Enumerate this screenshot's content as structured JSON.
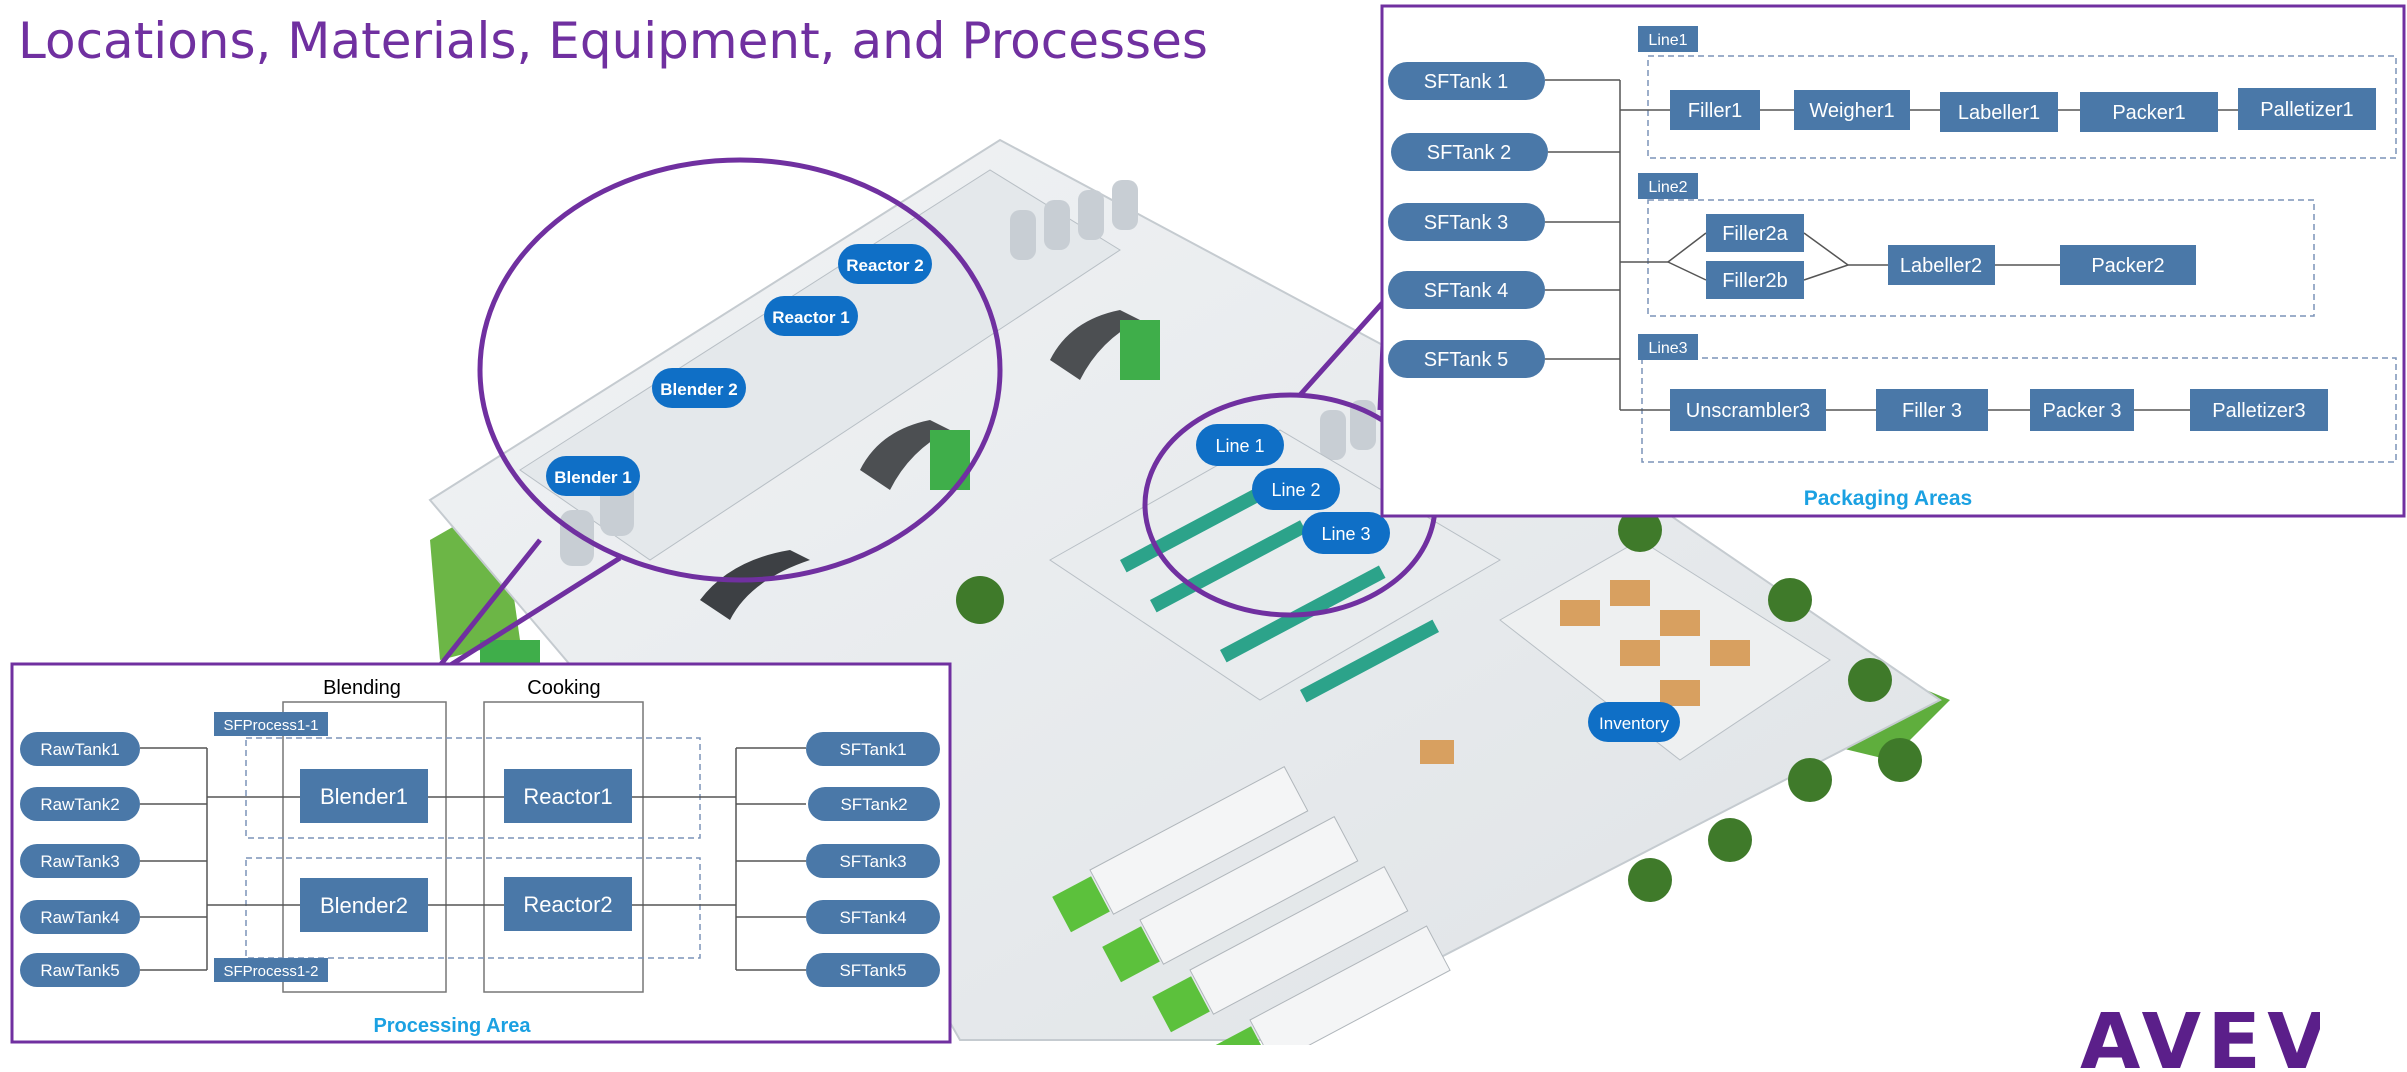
{
  "page": {
    "title": "Locations, Materials, Equipment, and Processes",
    "logo": "AVEVA"
  },
  "colors": {
    "accent_purple": "#7030a0",
    "box_blue": "#4a78a8",
    "bubble_blue": "#0f6fc6",
    "caption_blue": "#1ba1e2",
    "dash_blue": "#7b93b8"
  },
  "plant_labels": {
    "reactor2": "Reactor 2",
    "reactor1": "Reactor 1",
    "blender2": "Blender 2",
    "blender1": "Blender 1",
    "line1": "Line 1",
    "line2": "Line 2",
    "line3": "Line 3",
    "inventory": "Inventory"
  },
  "processing": {
    "caption": "Processing Area",
    "col_blending": "Blending",
    "col_cooking": "Cooking",
    "process1": "SFProcess1-1",
    "process2": "SFProcess1-2",
    "raw_tanks": [
      "RawTank1",
      "RawTank2",
      "RawTank3",
      "RawTank4",
      "RawTank5"
    ],
    "blender1": "Blender1",
    "blender2": "Blender2",
    "reactor1": "Reactor1",
    "reactor2": "Reactor2",
    "sf_tanks": [
      "SFTank1",
      "SFTank2",
      "SFTank3",
      "SFTank4",
      "SFTank5"
    ]
  },
  "packaging": {
    "caption": "Packaging Areas",
    "sf_tanks": [
      "SFTank 1",
      "SFTank 2",
      "SFTank 3",
      "SFTank 4",
      "SFTank 5"
    ],
    "line1": {
      "tag": "Line1",
      "filler": "Filler1",
      "weigher": "Weigher1",
      "labeller": "Labeller1",
      "packer": "Packer1",
      "palletizer": "Palletizer1"
    },
    "line2": {
      "tag": "Line2",
      "filler_a": "Filler2a",
      "filler_b": "Filler2b",
      "labeller": "Labeller2",
      "packer": "Packer2"
    },
    "line3": {
      "tag": "Line3",
      "unscrambler": "Unscrambler3",
      "filler": "Filler 3",
      "packer": "Packer 3",
      "palletizer": "Palletizer3"
    }
  }
}
